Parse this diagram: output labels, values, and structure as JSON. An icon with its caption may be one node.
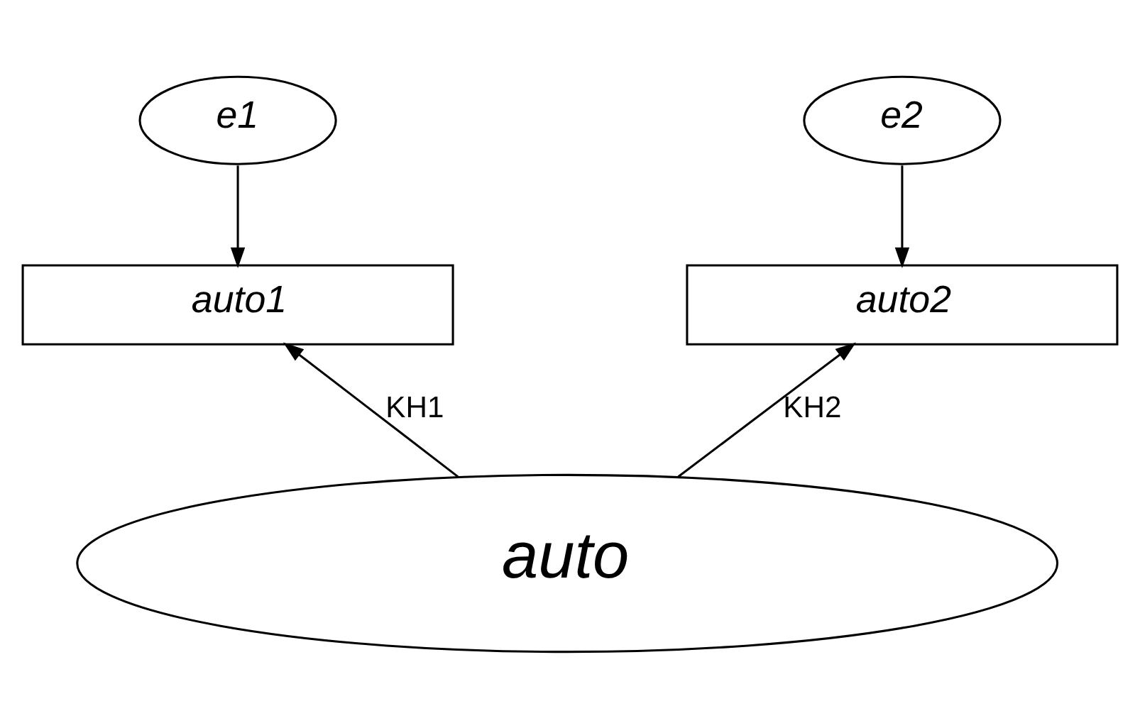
{
  "diagram": {
    "nodes": [
      {
        "text": [
          "e1"
        ]
      },
      {
        "text": [
          "e2"
        ]
      },
      {
        "text": [
          "auto1"
        ]
      },
      {
        "text": [
          "auto2"
        ]
      },
      {
        "text": [
          "auto"
        ]
      }
    ],
    "edges": [
      {
        "from": 0,
        "to": 2,
        "arrow": "to"
      },
      {
        "from": 1,
        "to": 3,
        "arrow": "to"
      },
      {
        "from": 4,
        "to": 2,
        "arrow": "to",
        "label": "KH1"
      },
      {
        "from": 4,
        "to": 3,
        "arrow": "to",
        "label": "KH2"
      }
    ]
  }
}
